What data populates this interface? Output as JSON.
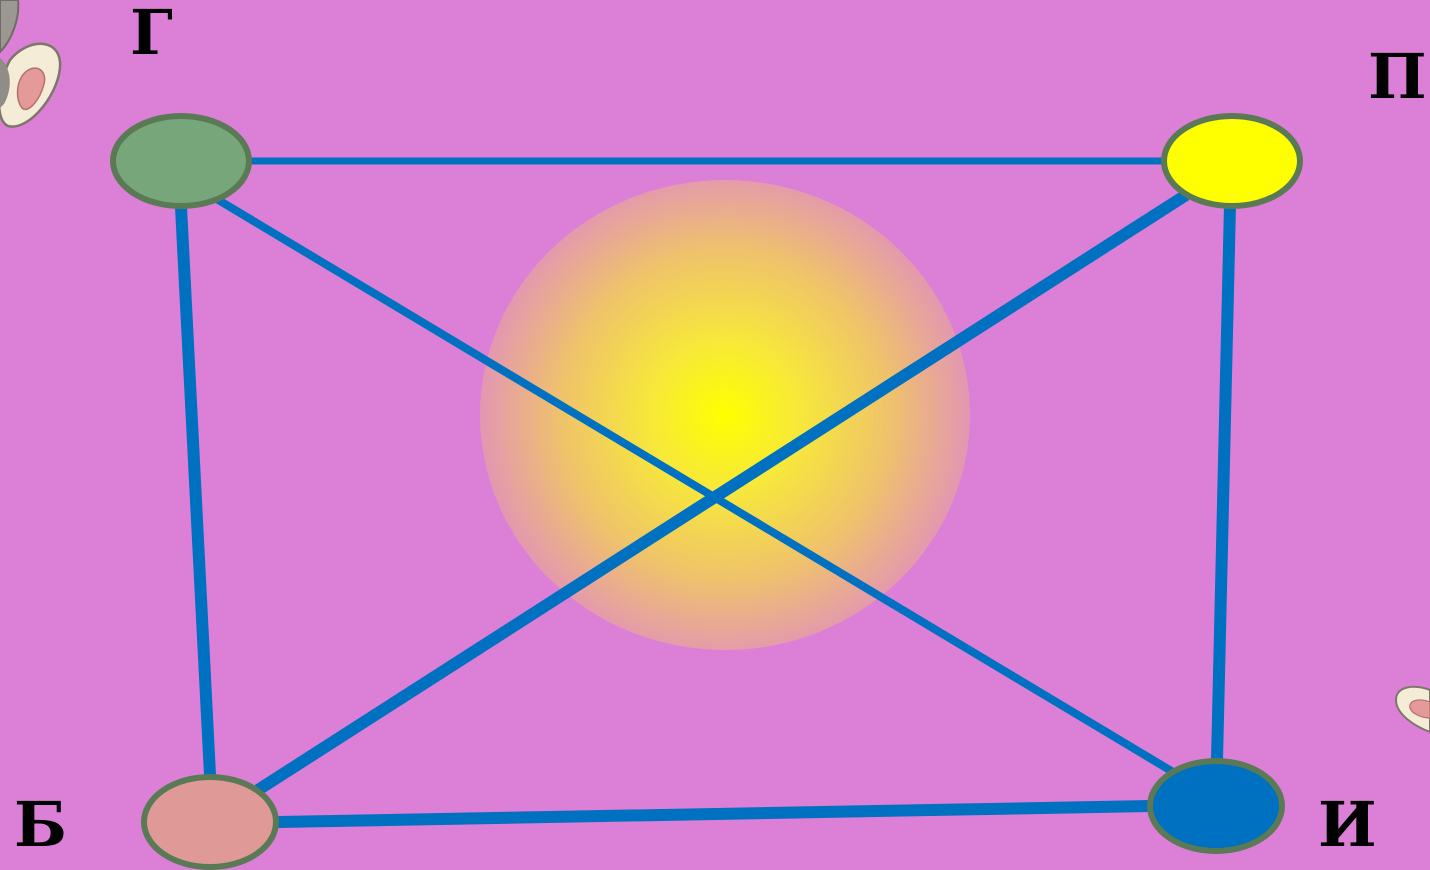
{
  "background_color": "#dc7fd6",
  "glow_color": "#ffff00",
  "edge_color": "#0070c0",
  "node_border_color": "#5a7a55",
  "nodes": [
    {
      "id": "G",
      "label": "Г",
      "fill": "#77a67a"
    },
    {
      "id": "P",
      "label": "П",
      "fill": "#ffff00"
    },
    {
      "id": "B",
      "label": "Б",
      "fill": "#df9a98"
    },
    {
      "id": "I",
      "label": "И",
      "fill": "#0070c0"
    }
  ],
  "edges": [
    {
      "from": "G",
      "to": "P"
    },
    {
      "from": "G",
      "to": "B"
    },
    {
      "from": "G",
      "to": "I"
    },
    {
      "from": "P",
      "to": "B"
    },
    {
      "from": "P",
      "to": "I"
    },
    {
      "from": "B",
      "to": "I"
    }
  ],
  "decorations": [
    {
      "name": "bunny-ear-icon",
      "corner": "top-left"
    },
    {
      "name": "bunny-ear-icon",
      "corner": "right"
    }
  ]
}
